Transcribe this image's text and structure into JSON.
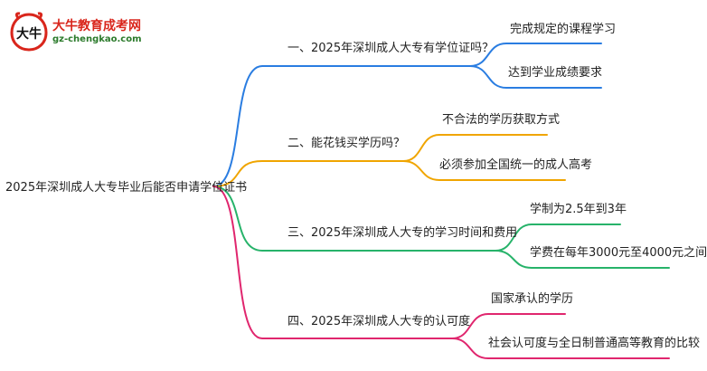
{
  "logo": {
    "title": "大牛教育成考网",
    "url": "gz-chengkao.com",
    "mark_text": "大牛"
  },
  "root": {
    "label": "2025年深圳成人大专毕业后能否申请学位证书"
  },
  "branches": [
    {
      "label": "一、2025年深圳成人大专有学位证吗？",
      "color": "#2a7de1",
      "leaves": [
        "完成规定的课程学习",
        "达到学业成绩要求"
      ]
    },
    {
      "label": "二、能花钱买学历吗？",
      "color": "#f0a500",
      "leaves": [
        "不合法的学历获取方式",
        "必须参加全国统一的成人高考"
      ]
    },
    {
      "label": "三、2025年深圳成人大专的学习时间和费用",
      "color": "#27b36a",
      "leaves": [
        "学制为2.5年到3年",
        "学费在每年3000元至4000元之间"
      ]
    },
    {
      "label": "四、2025年深圳成人大专的认可度",
      "color": "#e0266e",
      "leaves": [
        "国家承认的学历",
        "社会认可度与全日制普通高等教育的比较"
      ]
    }
  ]
}
